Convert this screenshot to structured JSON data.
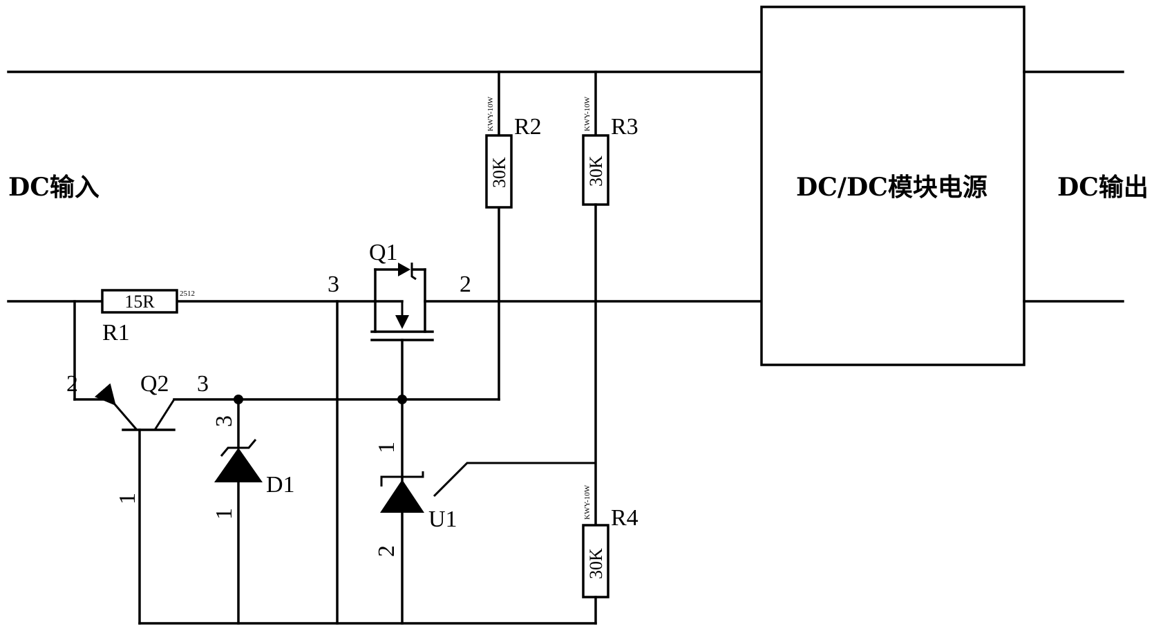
{
  "labels": {
    "dc_input": "DC输入",
    "dc_output": "DC输出",
    "module": "DC/DC模块电源",
    "r1": "R1",
    "r1_value": "15R",
    "r1_package": "2512",
    "r2": "R2",
    "r2_value": "30K",
    "r2_package": "KWY-10W",
    "r3": "R3",
    "r3_value": "30K",
    "r3_package": "KWY-10W",
    "r4": "R4",
    "r4_value": "30K",
    "r4_package": "KWY-10W",
    "q1": "Q1",
    "q1_pin_left": "3",
    "q1_pin_right": "2",
    "q2": "Q2",
    "q2_pin_left": "2",
    "q2_pin_right": "3",
    "q2_pin_bottom": "1",
    "d1": "D1",
    "d1_pin_top": "3",
    "d1_pin_bottom": "1",
    "u1": "U1",
    "u1_pin_top": "1",
    "u1_pin_bottom": "2"
  }
}
